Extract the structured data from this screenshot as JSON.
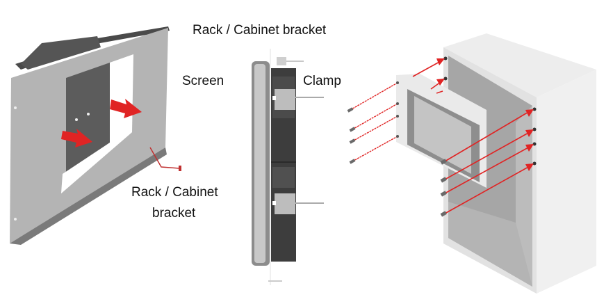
{
  "diagram": {
    "title": "Panel mounting installation",
    "labels": {
      "rack_bracket_top": "Rack / Cabinet bracket",
      "screen": "Screen",
      "clamp": "Clamp",
      "rack_bracket_bottom_line1": "Rack / Cabinet",
      "rack_bracket_bottom_line2": "bracket"
    },
    "parts": [
      {
        "name": "rack-bracket-panel",
        "description": "Rack / Cabinet bracket plate with cutout"
      },
      {
        "name": "screen-side-view",
        "description": "Screen side view with clamps"
      },
      {
        "name": "cabinet",
        "description": "Cabinet enclosure with screen being mounted by screws"
      }
    ],
    "colors": {
      "arrow": "#e02424",
      "metal_light": "#b9b9b9",
      "metal_dark": "#5a5a5a",
      "cabinet_face": "#e4e4e4",
      "cabinet_inner": "#a9a9a9",
      "text": "#111111"
    }
  }
}
